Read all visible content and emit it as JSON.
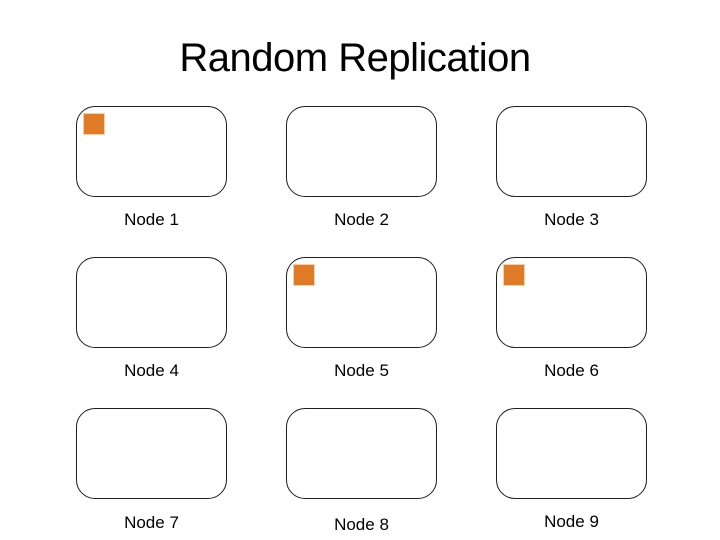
{
  "slide": {
    "title": "Random Replication"
  },
  "nodes": [
    {
      "label": "Node 1",
      "marker": true
    },
    {
      "label": "Node 2",
      "marker": false
    },
    {
      "label": "Node 3",
      "marker": false
    },
    {
      "label": "Node 4",
      "marker": false
    },
    {
      "label": "Node 5",
      "marker": true
    },
    {
      "label": "Node 6",
      "marker": true
    },
    {
      "label": "Node 7",
      "marker": false
    },
    {
      "label": "Node 8",
      "marker": false
    },
    {
      "label": "Node 9",
      "marker": false
    }
  ],
  "colors": {
    "background": "#FFFFFF",
    "title_text": "#000000",
    "label_text": "#000000",
    "box_border": "#1F1F1F",
    "marker_fill": "#E07C28"
  }
}
